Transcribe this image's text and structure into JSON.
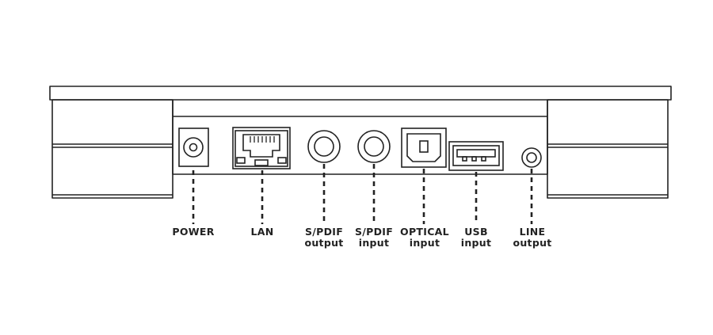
{
  "colors": {
    "stroke": "#222222",
    "background": "#ffffff"
  },
  "ports": [
    {
      "id": "power",
      "icon": "dc-power-jack-icon",
      "line1": "POWER",
      "line2": ""
    },
    {
      "id": "lan",
      "icon": "ethernet-port-icon",
      "line1": "LAN",
      "line2": ""
    },
    {
      "id": "spdif-out",
      "icon": "coaxial-port-icon",
      "line1": "S/PDIF",
      "line2": "output"
    },
    {
      "id": "spdif-in",
      "icon": "coaxial-port-icon",
      "line1": "S/PDIF",
      "line2": "input"
    },
    {
      "id": "optical-in",
      "icon": "optical-toslink-port-icon",
      "line1": "OPTICAL",
      "line2": "input"
    },
    {
      "id": "usb-in",
      "icon": "usb-port-icon",
      "line1": "USB",
      "line2": "input"
    },
    {
      "id": "line-out",
      "icon": "audio-jack-icon",
      "line1": "LINE",
      "line2": "output"
    }
  ]
}
